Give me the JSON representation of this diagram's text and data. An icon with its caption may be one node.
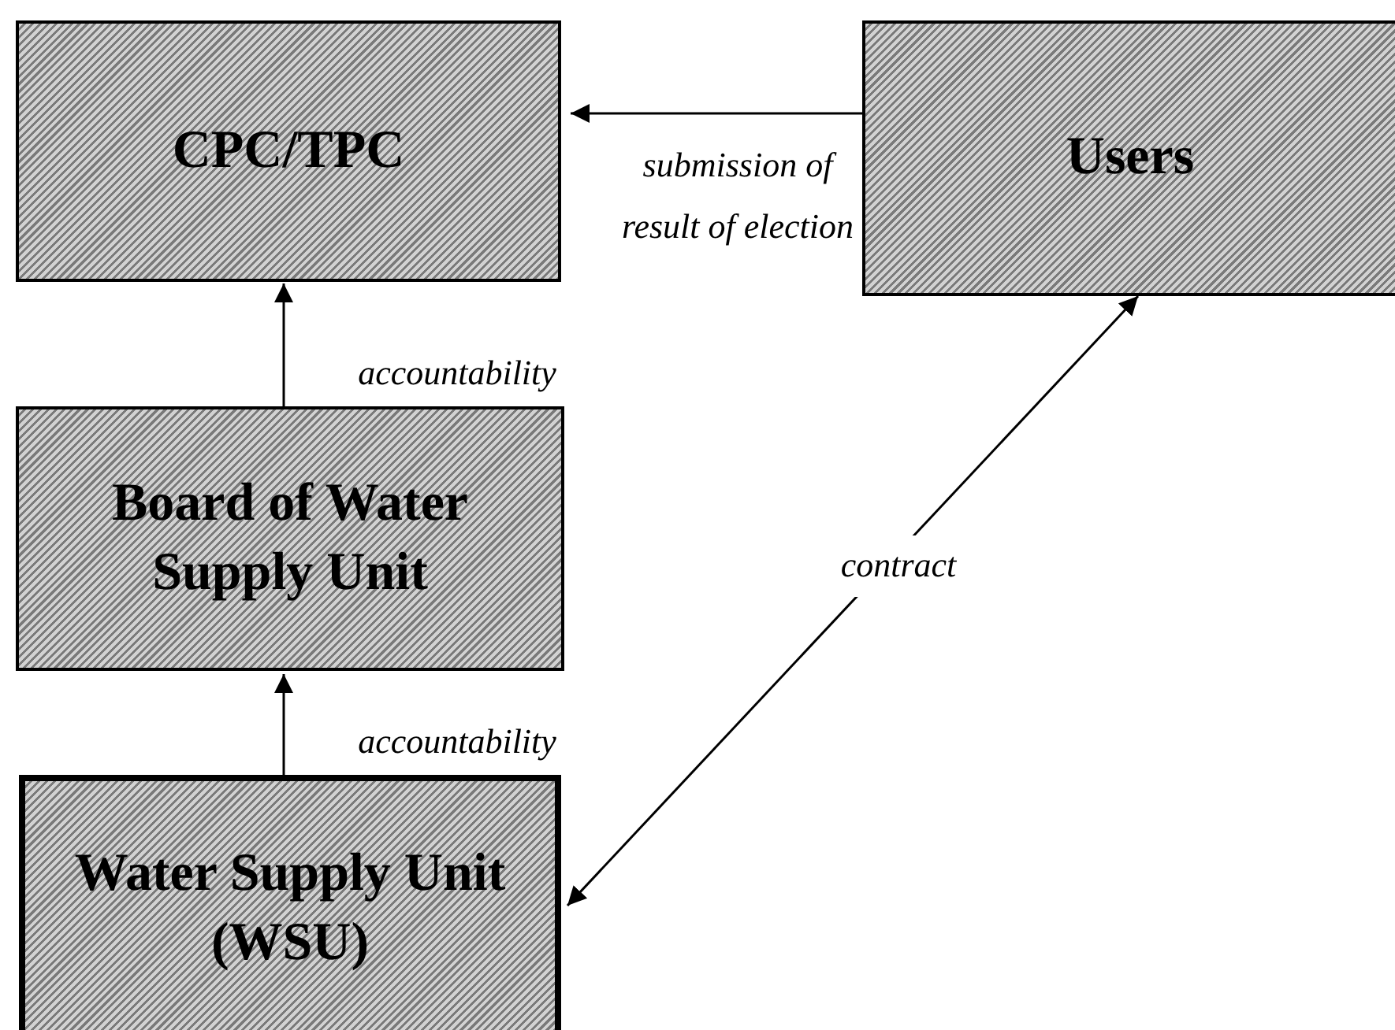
{
  "diagram": {
    "nodes": [
      {
        "text": [
          "CPC/TPC"
        ]
      },
      {
        "text": [
          "Users"
        ]
      },
      {
        "text": [
          "Board of Water Supply Unit"
        ]
      },
      {
        "text": [
          "Water Supply Unit (WSU)"
        ]
      }
    ],
    "edges": [
      {
        "from": 1,
        "to": 0,
        "arrow": "to",
        "label": "submission of result of election"
      },
      {
        "from": 2,
        "to": 0,
        "arrow": "to",
        "label": "accountability"
      },
      {
        "from": 3,
        "to": 2,
        "arrow": "to",
        "label": "accountability"
      },
      {
        "from": 1,
        "to": 3,
        "arrow": "both",
        "label": "contract"
      }
    ]
  }
}
